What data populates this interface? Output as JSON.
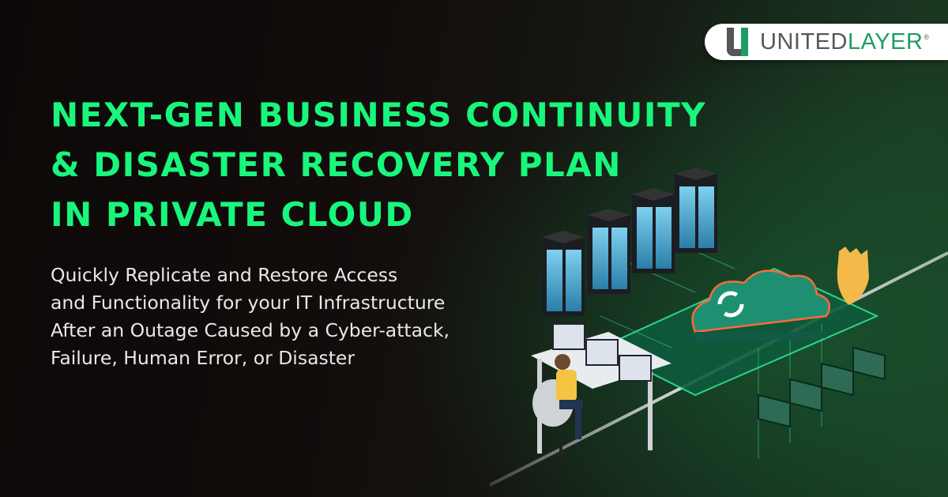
{
  "brand": {
    "logo_primary": "UNITED",
    "logo_secondary": "LAYER",
    "registered_mark": "®",
    "colors": {
      "gray": "#55575b",
      "green": "#1e9c63"
    }
  },
  "headline": {
    "lines": [
      "NEXT-GEN BUSINESS CONTINUITY",
      "& DISASTER RECOVERY PLAN",
      "IN PRIVATE CLOUD"
    ],
    "color": "#18f67c"
  },
  "subtitle": {
    "lines": [
      "Quickly Replicate and Restore Access",
      "and Functionality for your IT Infrastructure",
      "After an Outage Caused by a Cyber-attack,",
      "Failure, Human Error, or Disaster"
    ]
  },
  "illustration": {
    "elements": [
      "server-racks",
      "cloud-sync-icon",
      "circuit-board",
      "shield-icon",
      "workstation-with-person",
      "laptops"
    ]
  }
}
